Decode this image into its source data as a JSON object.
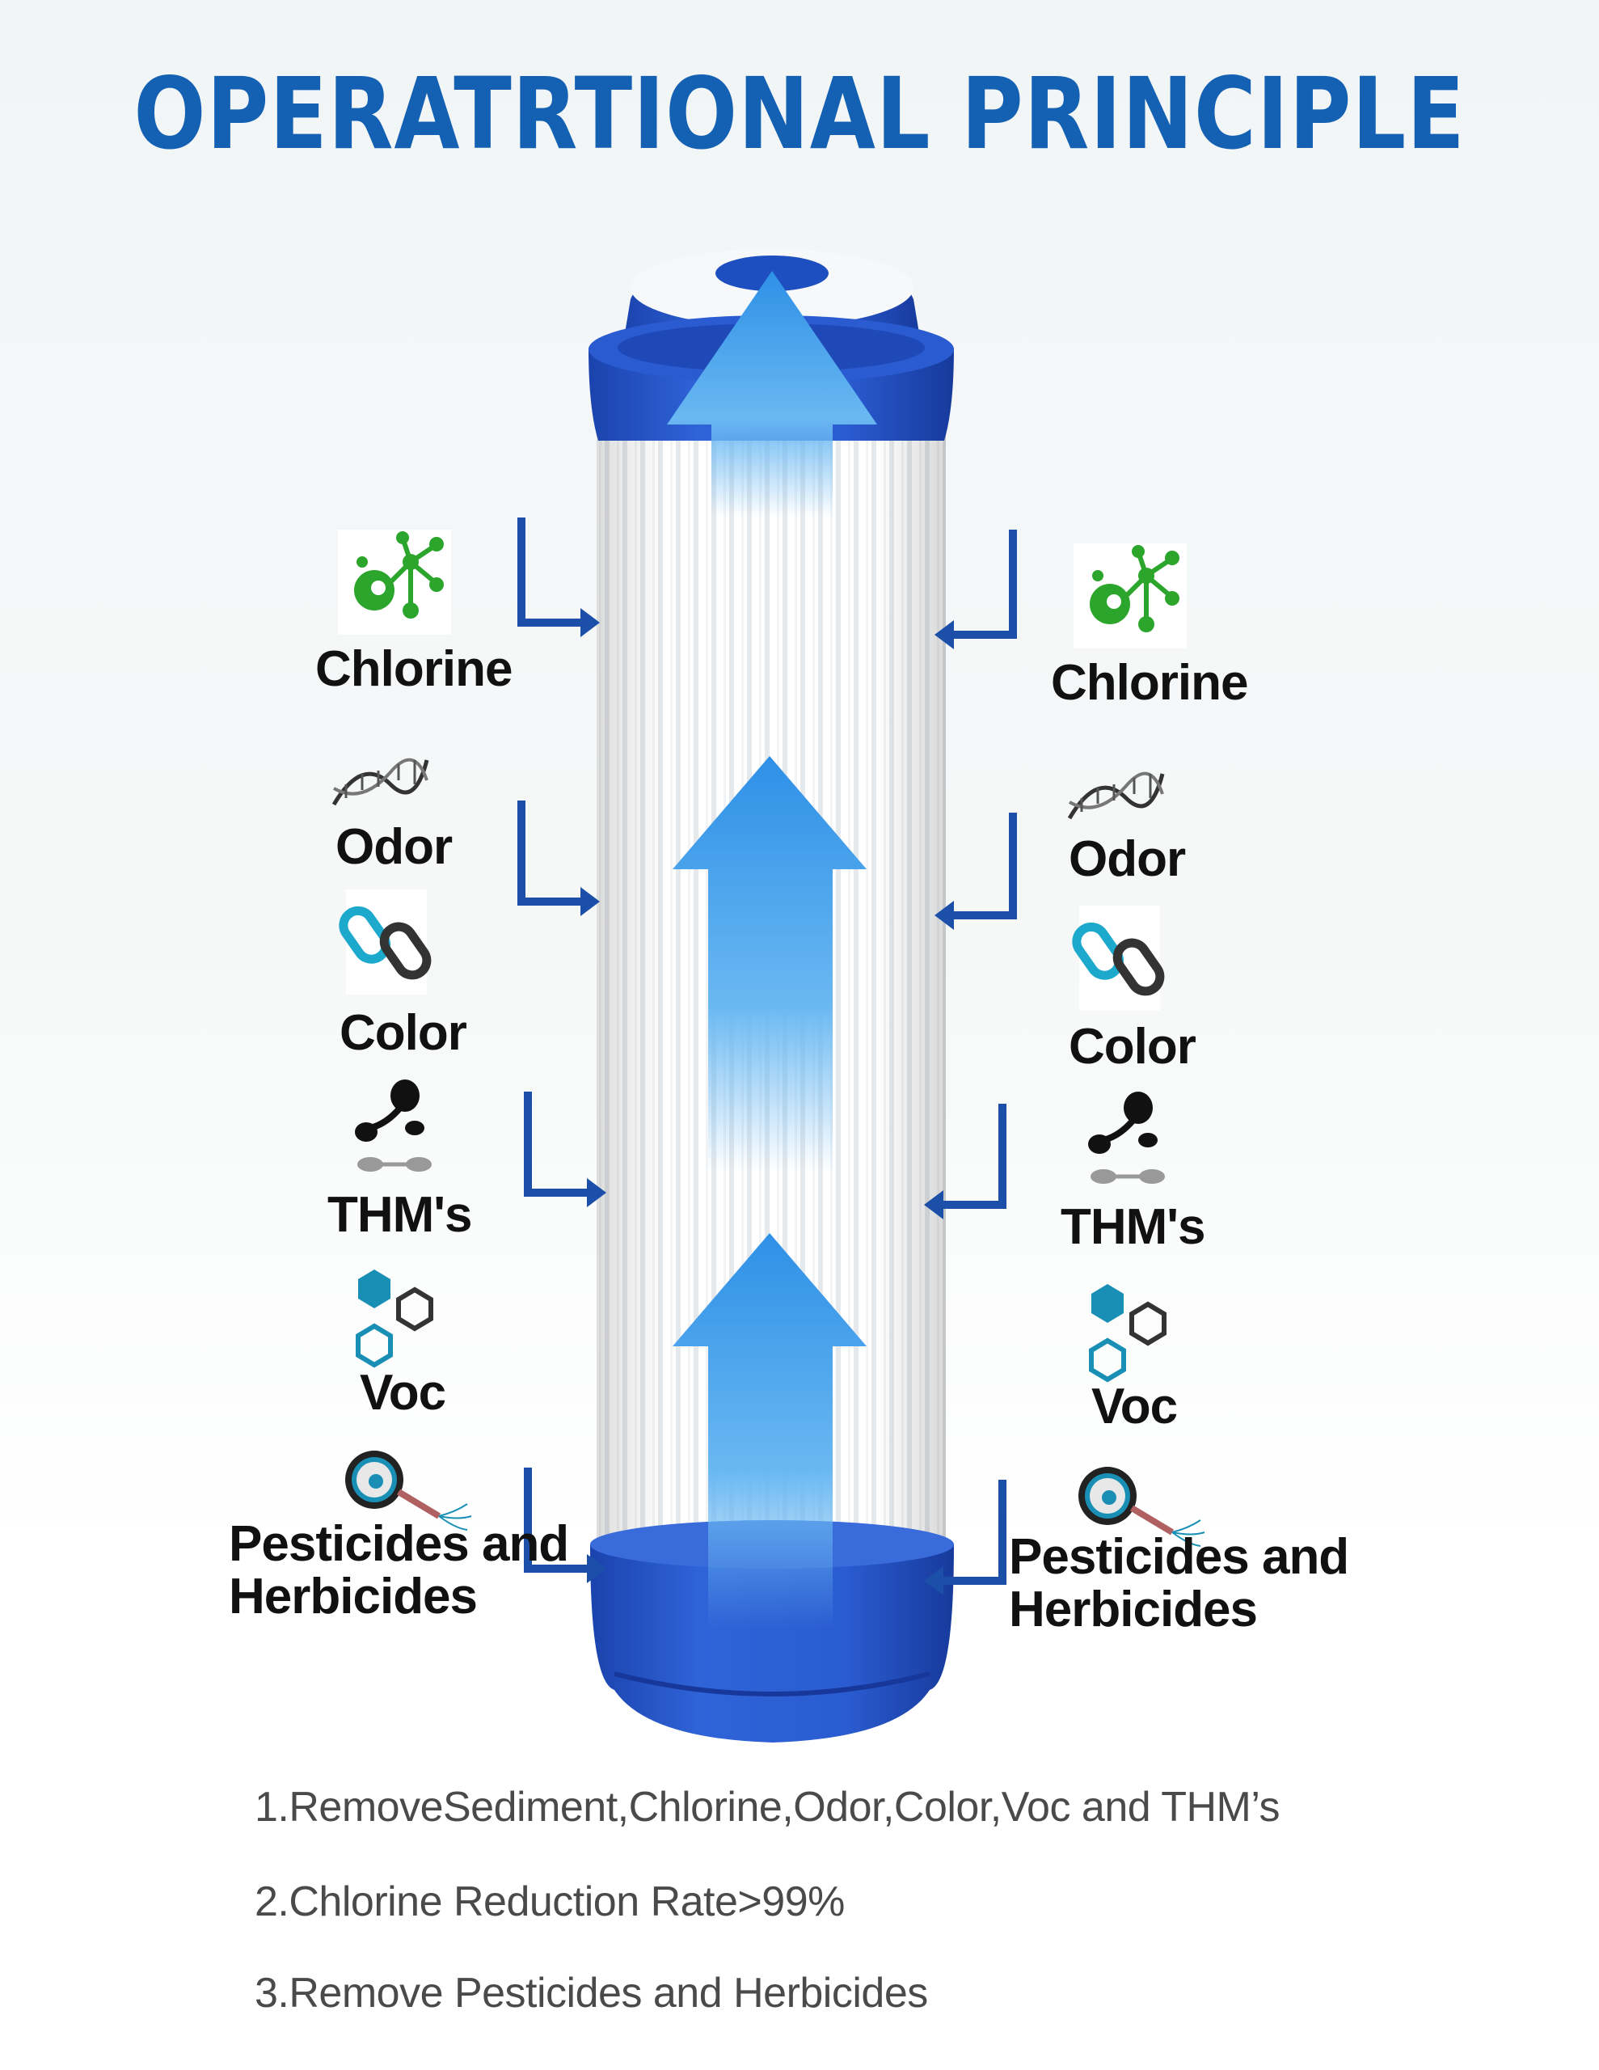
{
  "title": "OPERATRTIONAL PRINCIPLE",
  "contaminants": [
    {
      "label": "Chlorine",
      "icon": "molecule-icon"
    },
    {
      "label": "Odor",
      "icon": "dna-icon"
    },
    {
      "label": "Color",
      "icon": "chain-link-icon"
    },
    {
      "label": "THM's",
      "icon": "blob-molecule-icon"
    },
    {
      "label": "Voc",
      "icon": "hexagon-icon"
    },
    {
      "label": "Pesticides and Herbicides",
      "line1": "Pesticides and",
      "line2": "Herbicides",
      "icon": "cell-icon"
    }
  ],
  "notes": [
    "1.RemoveSediment,Chlorine,Odor,Color,Voc and THM’s",
    "2.Chlorine Reduction Rate>99%",
    "3.Remove Pesticides and Herbicides"
  ],
  "colors": {
    "title": "#1461b4",
    "arrow": "#1b4fa8",
    "cap": "#2151c6",
    "flow": "#3da0ee",
    "icon_green": "#2ca52c",
    "icon_teal": "#1a8fb5"
  }
}
